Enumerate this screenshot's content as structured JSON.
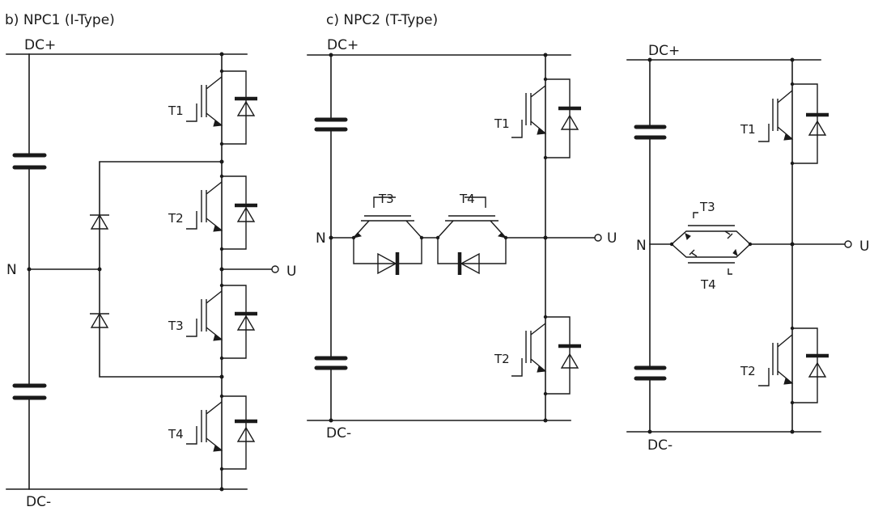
{
  "diagrams": {
    "npc1": {
      "title": "b) NPC1 (I-Type)",
      "dc_plus": "DC+",
      "dc_minus": "DC-",
      "neutral": "N",
      "output": "U",
      "switches": [
        "T1",
        "T2",
        "T3",
        "T4"
      ]
    },
    "npc2": {
      "title": "c) NPC2 (T-Type)",
      "dc_plus": "DC+",
      "dc_minus": "DC-",
      "neutral": "N",
      "output": "U",
      "switches": [
        "T1",
        "T2",
        "T3",
        "T4"
      ]
    },
    "third": {
      "dc_plus": "DC+",
      "dc_minus": "DC-",
      "neutral": "N",
      "output": "U",
      "switches": [
        "T1",
        "T2",
        "T3",
        "T4"
      ]
    }
  }
}
